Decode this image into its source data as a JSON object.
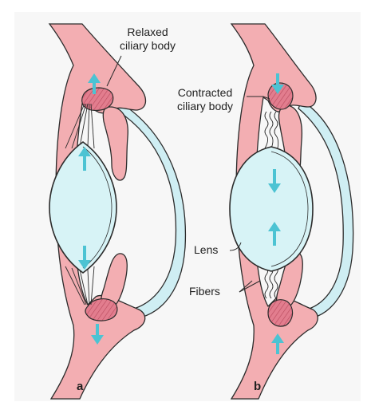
{
  "panels": [
    {
      "letter": "a",
      "labels": [
        "Relaxed",
        "ciliary body"
      ]
    },
    {
      "letter": "b",
      "labels": [
        "Contracted",
        "ciliary body",
        "Lens",
        "Fibers"
      ]
    }
  ],
  "colors": {
    "tissue": "#f3aeb2",
    "ciliary_body": "#e27d8e",
    "lens_fill": "#d7f3f6",
    "arrow": "#4cc3d3",
    "outline": "#2b2b2b",
    "backdrop": "#f7f7f7"
  }
}
